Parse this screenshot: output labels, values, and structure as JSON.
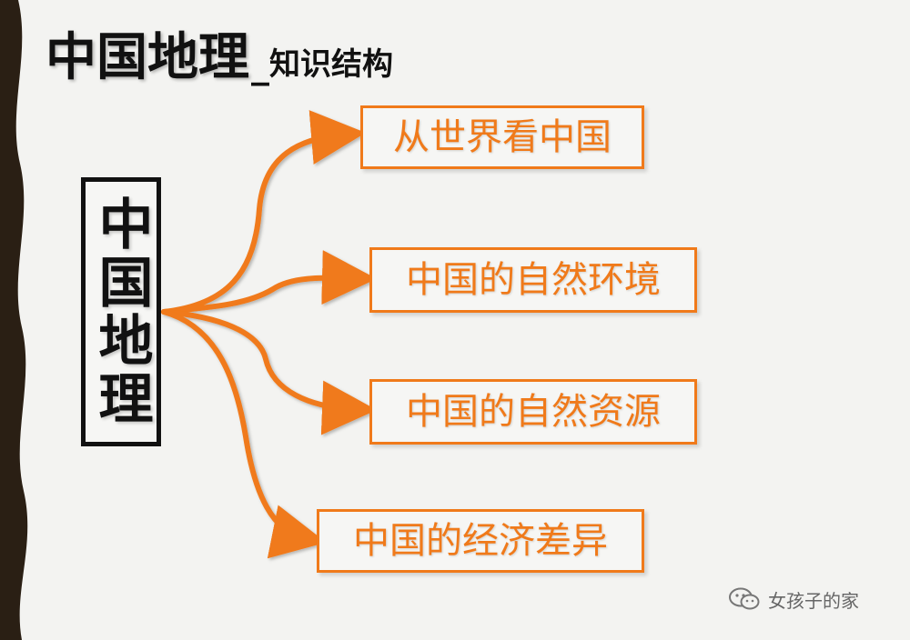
{
  "title": {
    "main": "中国地理",
    "separator": "_",
    "subtitle": "知识结构"
  },
  "root": {
    "label": "中国地理"
  },
  "branches": [
    {
      "label": "从世界看中国"
    },
    {
      "label": "中国的自然环境"
    },
    {
      "label": "中国的自然资源"
    },
    {
      "label": "中国的经济差异"
    }
  ],
  "watermark": {
    "icon": "wechat-icon",
    "text": "女孩子的家"
  },
  "colors": {
    "accent": "#f07a1a",
    "text": "#111111",
    "background": "#f3f3f1",
    "edge": "#2a1f14"
  }
}
